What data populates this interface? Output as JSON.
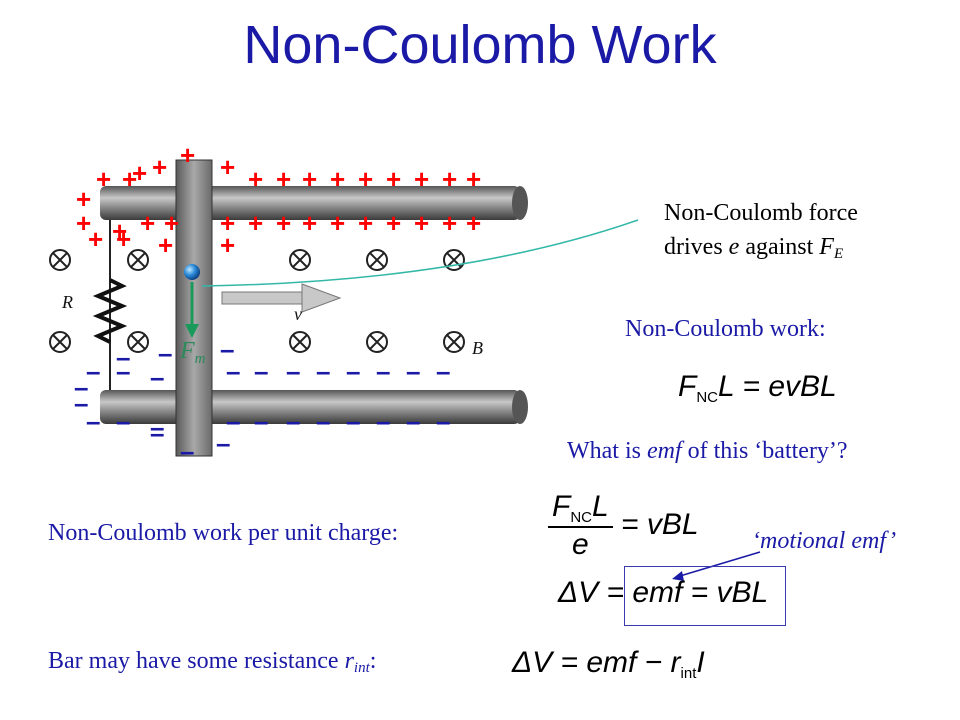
{
  "title": "Non-Coulomb Work",
  "callout": {
    "line1": "Non-Coulomb force",
    "line2_prefix": "drives",
    "line2_e": "e",
    "line2_mid": "against",
    "line2_F": "F",
    "line2_sub": "E"
  },
  "diagram": {
    "label_R": "R",
    "label_v": "v",
    "label_B": "B",
    "label_F": "F",
    "label_F_sub": "m",
    "plus_sign": "+",
    "minus_sign": "–",
    "colors": {
      "charge_red": "#ff0000",
      "charge_blue": "#1a1aa6",
      "bar": "#8a8a8a",
      "force_arrow": "#1a9a5a",
      "callout_line": "#33b8a8"
    }
  },
  "labels": {
    "nc_work": "Non-Coulomb work:",
    "emf_question_prefix": "What is",
    "emf_question_emf": "emf",
    "emf_question_suffix": "of this ‘battery’?",
    "per_unit": "Non-Coulomb work per unit charge:",
    "motional": "‘motional emf’",
    "resistance_prefix": "Bar may have some resistance",
    "resistance_r": "r",
    "resistance_sub": "int",
    "resistance_colon": ":"
  },
  "equations": {
    "eq1_F": "F",
    "eq1_sub": "NC",
    "eq1_rest": "L = evBL",
    "eq2_num_F": "F",
    "eq2_num_sub": "NC",
    "eq2_num_L": "L",
    "eq2_den": "e",
    "eq2_rest": "= vBL",
    "eq3": "ΔV = emf = vBL",
    "eq4_lhs": "ΔV = emf − r",
    "eq4_sub": "int",
    "eq4_I": "I"
  }
}
